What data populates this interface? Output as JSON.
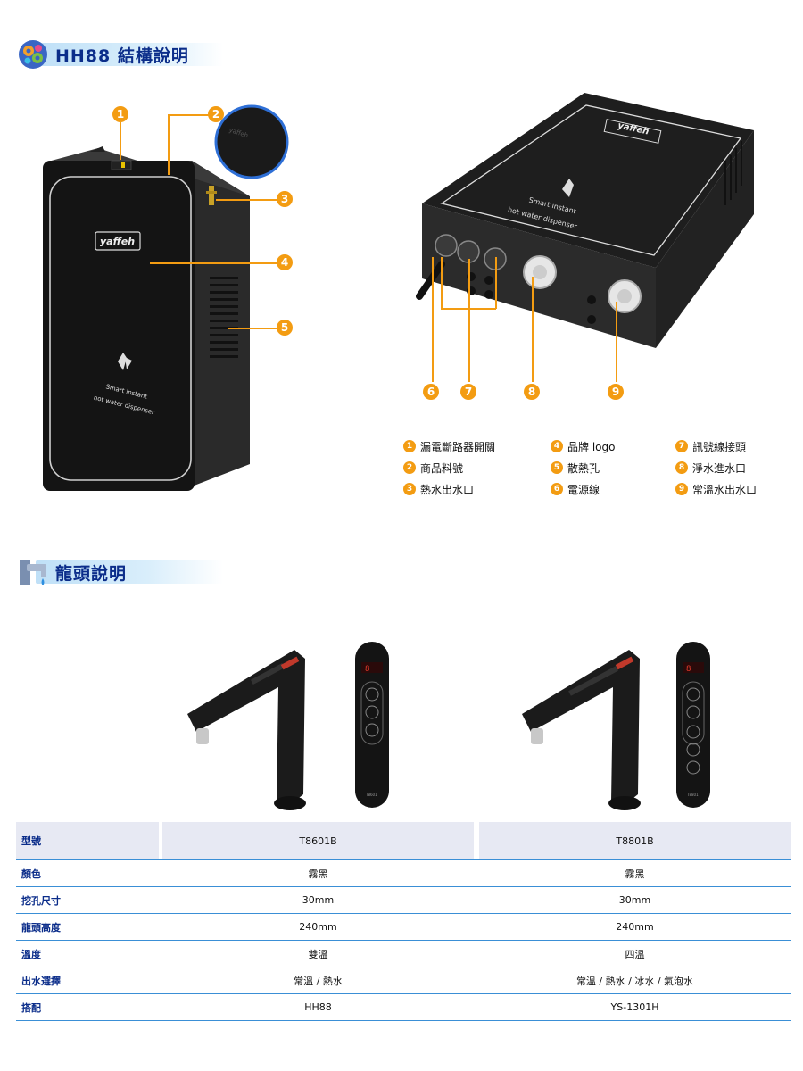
{
  "section1": {
    "title": "HH88 結構說明"
  },
  "section2": {
    "title": "龍頭說明"
  },
  "device": {
    "brand": "yaffeh",
    "front_text": [
      "Smart instant",
      "hot water dispenser"
    ],
    "callouts": [
      "1",
      "2",
      "3",
      "4",
      "5",
      "6",
      "7",
      "8",
      "9"
    ]
  },
  "legend": [
    {
      "num": "1",
      "label": "漏電斷路器開關"
    },
    {
      "num": "4",
      "label": "品牌 logo"
    },
    {
      "num": "7",
      "label": "訊號線接頭"
    },
    {
      "num": "2",
      "label": "商品料號"
    },
    {
      "num": "5",
      "label": "散熱孔"
    },
    {
      "num": "8",
      "label": "淨水進水口"
    },
    {
      "num": "3",
      "label": "熱水出水口"
    },
    {
      "num": "6",
      "label": "電源線"
    },
    {
      "num": "9",
      "label": "常溫水出水口"
    }
  ],
  "faucets": [
    {
      "model": "T8601B",
      "remote_label": "T8601"
    },
    {
      "model": "T8801B",
      "remote_label": "T8801"
    }
  ],
  "spec_table": {
    "header": {
      "label": "型號",
      "values": [
        "T8601B",
        "T8801B"
      ]
    },
    "rows": [
      {
        "label": "顏色",
        "values": [
          "霧黑",
          "霧黑"
        ]
      },
      {
        "label": "挖孔尺寸",
        "values": [
          "30mm",
          "30mm"
        ]
      },
      {
        "label": "龍頭高度",
        "values": [
          "240mm",
          "240mm"
        ]
      },
      {
        "label": "溫度",
        "values": [
          "雙溫",
          "四溫"
        ]
      },
      {
        "label": "出水選擇",
        "values": [
          "常溫 / 熱水",
          "常溫 / 熱水 / 冰水 / 氣泡水"
        ]
      },
      {
        "label": "搭配",
        "values": [
          "HH88",
          "YS-1301H"
        ]
      }
    ]
  }
}
